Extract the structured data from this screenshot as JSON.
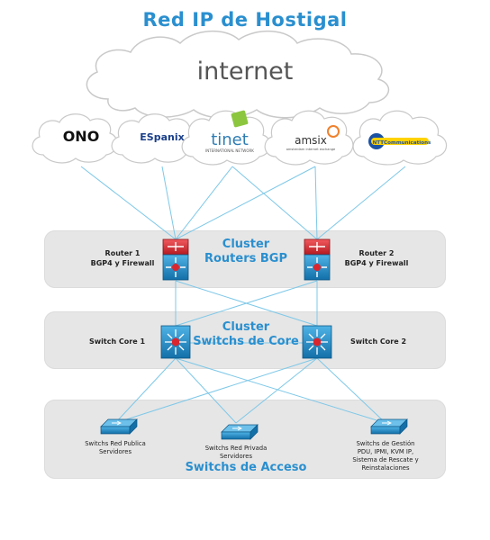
{
  "title": "Red IP de Hostigal",
  "internet": "internet",
  "isps": [
    {
      "name": "ono",
      "label": "ONO"
    },
    {
      "name": "espanix",
      "label": "ESpanix"
    },
    {
      "name": "tinet",
      "label": "tinet",
      "sub": "INTERNATIONAL NETWORK"
    },
    {
      "name": "amsix",
      "label": "amsix",
      "sub": "amsterdam internet exchange"
    },
    {
      "name": "ntt",
      "label": "NTTCommunications"
    }
  ],
  "routers_cluster": {
    "title_line1": "Cluster",
    "title_line2": "Routers BGP"
  },
  "router1": {
    "line1": "Router 1",
    "line2": "BGP4 y Firewall"
  },
  "router2": {
    "line1": "Router 2",
    "line2": "BGP4 y Firewall"
  },
  "core_cluster": {
    "title_line1": "Cluster",
    "title_line2": "Switchs de Core"
  },
  "core1": "Switch Core 1",
  "core2": "Switch Core 2",
  "access_cluster": "Switchs de Acceso",
  "access1": {
    "line1": "Switchs Red Publica",
    "line2": "Servidores"
  },
  "access2": {
    "line1": "Switchs Red Privada",
    "line2": "Servidores"
  },
  "access3": {
    "line1": "Switchs de Gestión",
    "line2": "PDU, IPMI, KVM IP,",
    "line3": "Sistema de Rescate y",
    "line4": "Reinstalaciones"
  },
  "colors": {
    "accent": "#2a8fcf",
    "link": "#7ec8e8",
    "panel": "#e6e6e6",
    "router_red": "#d9262e",
    "device_blue": "#1f8dc7"
  }
}
